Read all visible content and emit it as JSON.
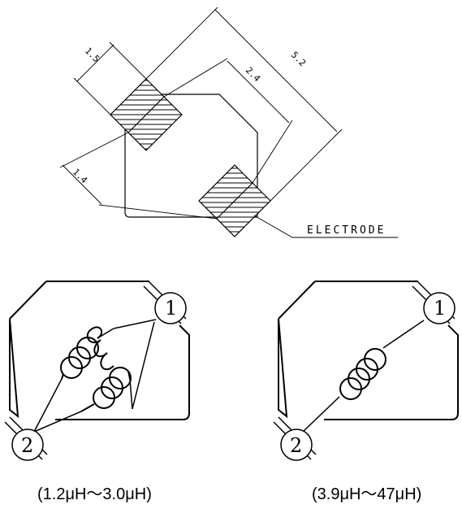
{
  "top_drawing": {
    "dimensions": {
      "pad_width": "1.5",
      "overall_length": "5.2",
      "inner_gap": "2.4",
      "body_width": "1.4"
    },
    "electrode_label": "ELECTRODE"
  },
  "schematics": [
    {
      "pin_1": "1",
      "pin_2": "2",
      "caption": "(1.2μH～3.0μH)"
    },
    {
      "pin_1": "1",
      "pin_2": "2",
      "caption": "(3.9μH～47μH)"
    }
  ]
}
